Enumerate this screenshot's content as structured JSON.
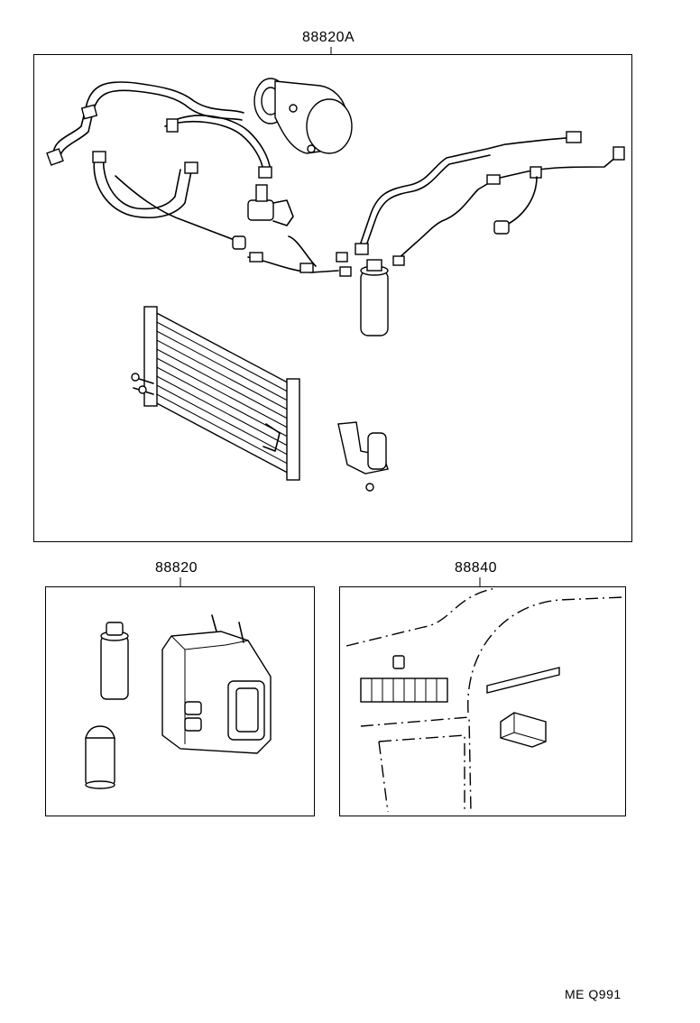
{
  "diagram": {
    "sections": [
      {
        "part_number": "88820A"
      },
      {
        "part_number": "88820"
      },
      {
        "part_number": "88840"
      }
    ],
    "footer_code": "ME Q991"
  }
}
